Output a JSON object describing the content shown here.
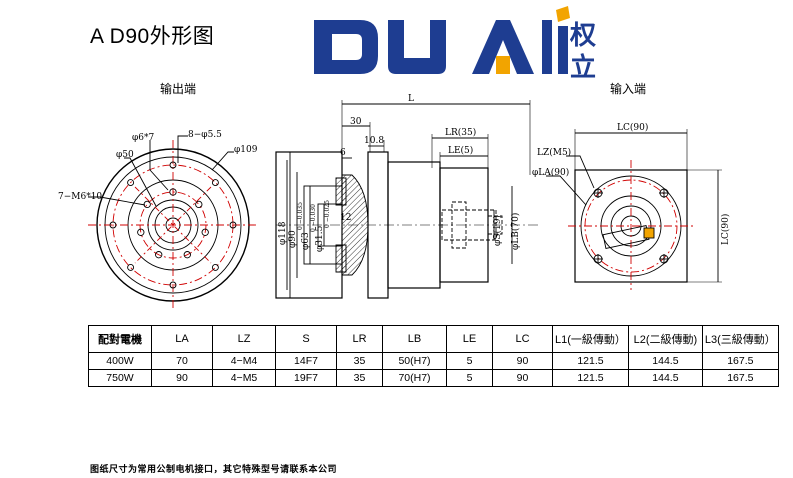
{
  "title": "A D90外形图",
  "logo": {
    "brand": "DUAII",
    "cn": [
      "权",
      "立"
    ],
    "colors": {
      "blue": "#1e3d91",
      "gold": "#f2a400"
    }
  },
  "views": {
    "output_label": "输出端",
    "input_label": "输入端"
  },
  "dims": {
    "front_phi68": "φ6*7",
    "front_8phi": "8−φ5.5",
    "front_phi50": "φ50",
    "front_phi109": "φ109",
    "front_7m6": "7−M6*10",
    "L": "L",
    "d30": "30",
    "d10_8": "10.8",
    "d6": "6",
    "d12": "12",
    "LR": "LR(35)",
    "LE": "LE(5)",
    "phi118": "φ118",
    "phi90": "φ90",
    "phi90_tol": "0 −0.035",
    "phi63": "φ63",
    "phi63_tol": "0 −0.030",
    "phi31_5": "φ31.5",
    "phi31_5_tol": "0 −0.025",
    "phiS": "φS(19)",
    "phiLB": "φLB(70)",
    "LC_top": "LC(90)",
    "LZ": "LZ(M5)",
    "phiLA": "φLA(90)",
    "LC_right": "LC(90)"
  },
  "table": {
    "headers": [
      "配對電機",
      "LA",
      "LZ",
      "S",
      "LR",
      "LB",
      "LE",
      "LC",
      "L1(一級傳動）",
      "L2(二級傳動)",
      "L3(三級傳動）"
    ],
    "rows": [
      [
        "400W",
        "70",
        "4−M4",
        "14F7",
        "35",
        "50(H7)",
        "5",
        "90",
        "121.5",
        "144.5",
        "167.5"
      ],
      [
        "750W",
        "90",
        "4−M5",
        "19F7",
        "35",
        "70(H7)",
        "5",
        "90",
        "121.5",
        "144.5",
        "167.5"
      ]
    ]
  },
  "footnote": "图纸尺寸为常用公制电机接口，其它特殊型号请联系本公司"
}
